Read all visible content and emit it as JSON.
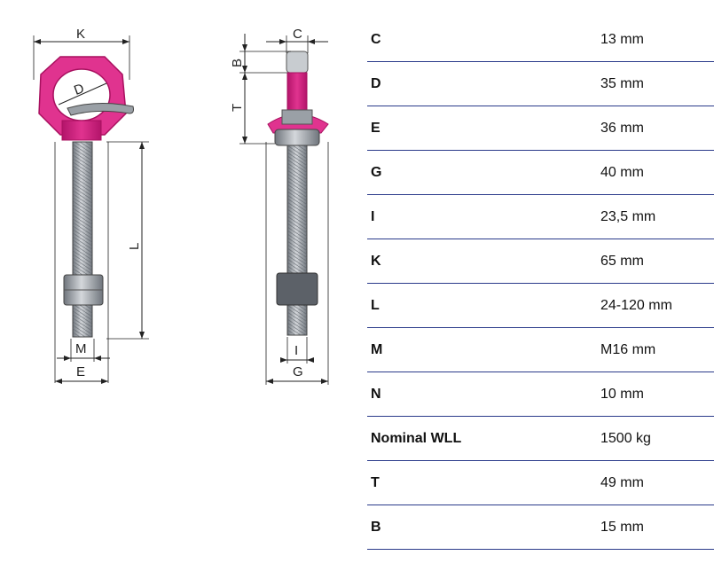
{
  "drawing": {
    "colors": {
      "ring": "#e0338f",
      "ring_dark": "#b3146a",
      "metal": "#b9bdc3",
      "metal_dark": "#6f757c",
      "line": "#222222"
    },
    "labels": {
      "K": "K",
      "D": "D",
      "L": "L",
      "M": "M",
      "E": "E",
      "C": "C",
      "B": "B",
      "T": "T",
      "I": "I",
      "G": "G"
    }
  },
  "specs": [
    {
      "key": "C",
      "value": "13 mm"
    },
    {
      "key": "D",
      "value": "35 mm"
    },
    {
      "key": "E",
      "value": "36 mm"
    },
    {
      "key": "G",
      "value": "40 mm"
    },
    {
      "key": "I",
      "value": "23,5 mm"
    },
    {
      "key": "K",
      "value": "65 mm"
    },
    {
      "key": "L",
      "value": "24-120 mm"
    },
    {
      "key": "M",
      "value": "M16 mm"
    },
    {
      "key": "N",
      "value": "10 mm"
    },
    {
      "key": "Nominal WLL",
      "value": "1500 kg"
    },
    {
      "key": "T",
      "value": "49 mm"
    },
    {
      "key": "B",
      "value": "15 mm"
    }
  ]
}
